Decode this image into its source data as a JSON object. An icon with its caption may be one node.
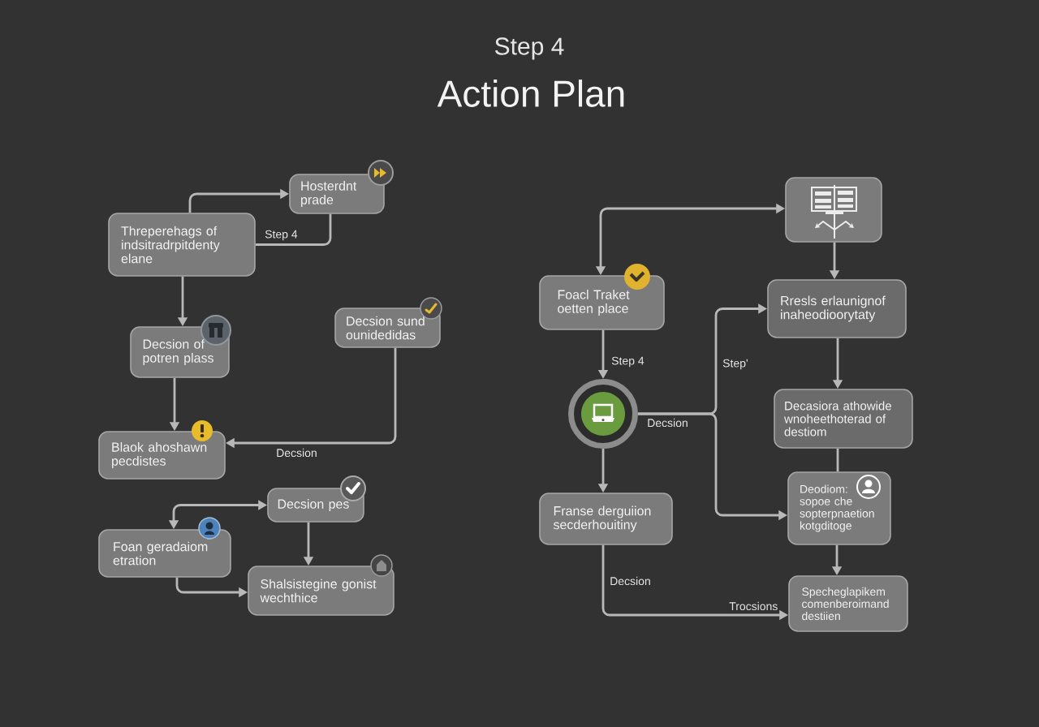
{
  "diagram": {
    "title": "Action Plan",
    "nodes": [
      {
        "text": [
          "Threperehags of indsitradrpitdenty elane"
        ]
      },
      {
        "text": [
          "Hosterdnt prade"
        ]
      },
      {
        "text": [
          "Decsion of potren plass"
        ]
      },
      {
        "text": [
          "Decsion sund ounidedidas"
        ]
      },
      {
        "text": [
          "Blaok ahoshawn pecdistes"
        ]
      },
      {
        "text": [
          "Decsion pes"
        ]
      },
      {
        "text": [
          "Foan geradaiom etration"
        ]
      },
      {
        "text": [
          "Shalsistegine gonist wechthice"
        ]
      },
      {
        "text": [],
        "shape": "box"
      },
      {
        "text": [
          "Foacl Traket oetten place"
        ]
      },
      {
        "text": [
          "Rresls erlaunignof inaheodioorytaty"
        ]
      },
      {
        "text": [],
        "shape": "circle"
      },
      {
        "text": [
          "Decasiora athowide wnoheethoterad of destiom"
        ]
      },
      {
        "text": [
          "Deodiom: sopoe che sopterpnaetion kotgditoge"
        ]
      },
      {
        "text": [
          "Franse derguiion secderhouitiny"
        ]
      },
      {
        "text": [
          "Specheglapikem comenberoimand destiien"
        ]
      }
    ],
    "edges": [
      {
        "from": 0,
        "to": 1,
        "arrow": "to"
      },
      {
        "from": 1,
        "to": 0,
        "arrow": "none",
        "label": "Step 4"
      },
      {
        "from": 0,
        "to": 2,
        "arrow": "to"
      },
      {
        "from": 2,
        "to": 4,
        "arrow": "to"
      },
      {
        "from": 3,
        "to": 4,
        "arrow": "to",
        "label": "Decsion"
      },
      {
        "from": 6,
        "to": 5,
        "arrow": "both"
      },
      {
        "from": 5,
        "to": 7,
        "arrow": "to"
      },
      {
        "from": 6,
        "to": 7,
        "arrow": "to"
      },
      {
        "from": 9,
        "to": 8,
        "arrow": "both"
      },
      {
        "from": 8,
        "to": 10,
        "arrow": "to"
      },
      {
        "from": 9,
        "to": 11,
        "arrow": "to",
        "label": "Step 4"
      },
      {
        "from": 11,
        "to": 10,
        "arrow": "to",
        "label": "Step'"
      },
      {
        "from": 11,
        "to": 13,
        "arrow": "to",
        "label": "Decsion"
      },
      {
        "from": 10,
        "to": 12,
        "arrow": "to"
      },
      {
        "from": 12,
        "to": 13,
        "arrow": "none"
      },
      {
        "from": 13,
        "to": 15,
        "arrow": "to"
      },
      {
        "from": 11,
        "to": 14,
        "arrow": "to"
      },
      {
        "from": 14,
        "to": 15,
        "arrow": "to",
        "label": "Decsion"
      }
    ],
    "labels": [
      "Step 4",
      "Trocsions"
    ]
  }
}
